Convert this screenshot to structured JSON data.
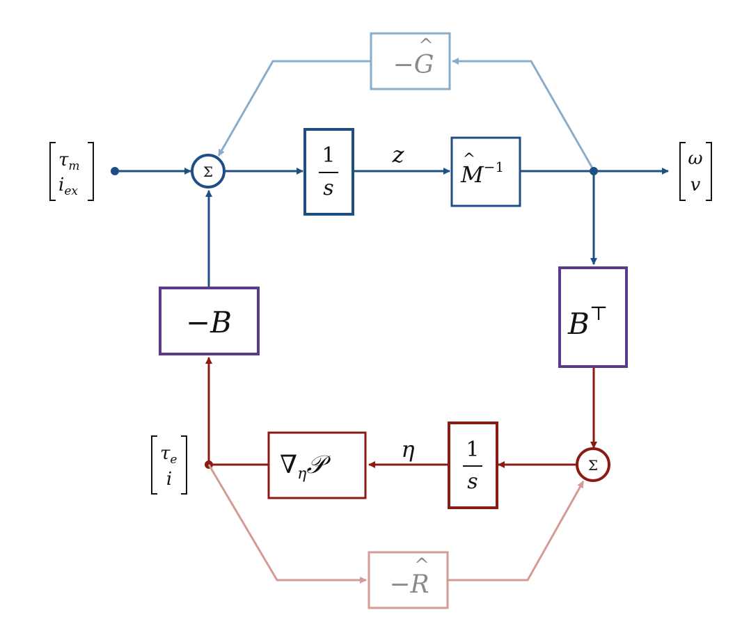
{
  "colors": {
    "blue": "#1f4e85",
    "light_blue": "#8aaccb",
    "purple": "#5b3a8c",
    "red": "#8b1a12",
    "light_red": "#d49a95",
    "text": "#111111",
    "gray_text": "#8a8a8a"
  },
  "diagram": {
    "inputs": {
      "top_vector": [
        "τ",
        "m",
        "i",
        "ex"
      ],
      "bottom_vector": [
        "τ",
        "e",
        "i"
      ]
    },
    "outputs": {
      "right_vector": [
        "ω",
        "v"
      ]
    },
    "blocks": {
      "neg_g_hat": {
        "sign": "−",
        "symbol": "G",
        "accent": "^"
      },
      "integrator_top": {
        "num": "1",
        "den": "s"
      },
      "m_hat_inv": {
        "symbol": "M",
        "accent": "^",
        "sup": "−1"
      },
      "neg_b": {
        "sign": "−",
        "symbol": "B"
      },
      "b_transpose": {
        "symbol": "B",
        "sup": "⊤"
      },
      "grad_p": {
        "nabla": "∇",
        "sub": "η",
        "symbol": "𝒫"
      },
      "integrator_bottom": {
        "num": "1",
        "den": "s"
      },
      "neg_r_hat": {
        "sign": "−",
        "symbol": "R",
        "accent": "^"
      }
    },
    "summing_junctions": {
      "top": "Σ",
      "bottom": "Σ"
    },
    "signal_labels": {
      "z": "z",
      "eta": "η"
    }
  }
}
